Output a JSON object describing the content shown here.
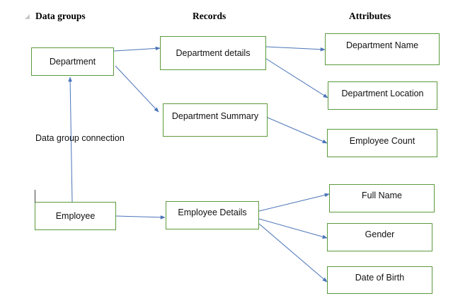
{
  "headers": {
    "data_groups": "Data groups",
    "records": "Records",
    "attributes": "Attributes"
  },
  "connector_label": "Data group connection",
  "data_groups": {
    "department": "Department",
    "employee": "Employee"
  },
  "records": {
    "department_details": "Department details",
    "department_summary": "Department Summary",
    "employee_details": "Employee Details"
  },
  "attributes": {
    "department_name": "Department Name",
    "department_location": "Department Location",
    "employee_count": "Employee Count",
    "full_name": "Full Name",
    "gender": "Gender",
    "date_of_birth": "Date of Birth"
  },
  "colors": {
    "box_border": "#5c9a3c",
    "arrow": "#4a74b8"
  }
}
